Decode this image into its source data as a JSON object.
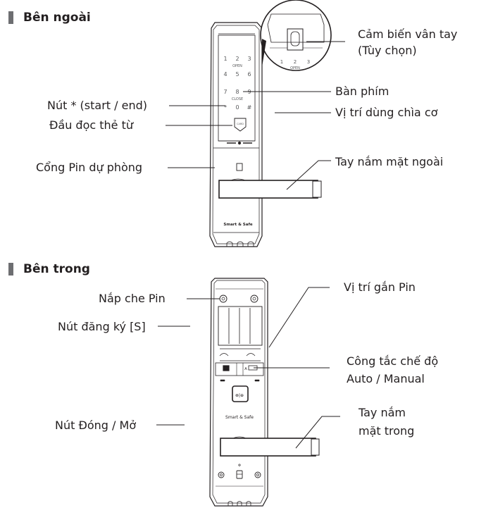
{
  "sections": {
    "outside": {
      "title": "Bên ngoài",
      "labels": {
        "fingerprint": [
          "Cảm biến vân tay",
          "(Tùy chọn)"
        ],
        "keypad": "Bàn phím",
        "star_button": "Nút * (start / end)",
        "card_reader": "Đầu đọc thẻ từ",
        "mechanical_key": "Vị trí dùng chìa cơ",
        "backup_battery": "Cổng Pin dự phòng",
        "outer_handle": "Tay nắm mặt ngoài"
      },
      "keypad_keys": [
        "1",
        "2",
        "3",
        "4",
        "5",
        "6",
        "7",
        "8",
        "9",
        "*",
        "0",
        "#"
      ],
      "keypad_sub": {
        "open": "OPEN",
        "close": "CLOSE"
      },
      "brand": "Smart & Safe",
      "card_text": "CARD"
    },
    "inside": {
      "title": "Bên trong",
      "labels": {
        "battery_cover": "Nắp che Pin",
        "register_button": "Nút đăng ký [S]",
        "battery_slot": "Vị trí gắn Pin",
        "mode_switch": [
          "Công tắc chế độ",
          "Auto / Manual"
        ],
        "open_close_button": "Nút Đóng / Mở",
        "inner_handle": [
          "Tay nắm",
          "mặt trong"
        ]
      },
      "brand": "Smart & Safe",
      "switch_letter": "A"
    }
  }
}
